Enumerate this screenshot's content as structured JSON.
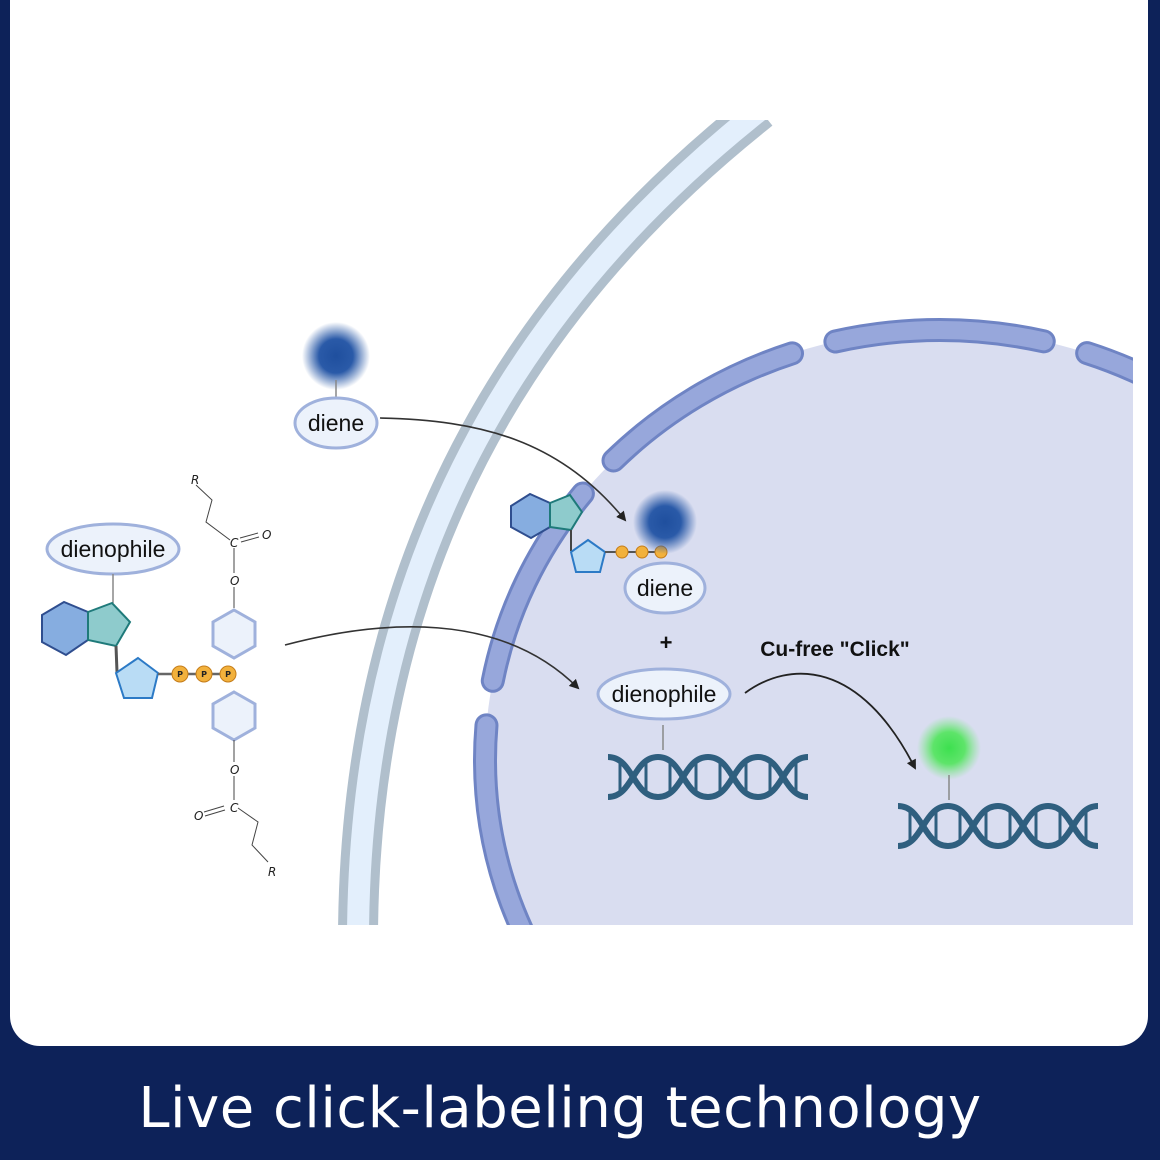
{
  "title": "Live click-labeling technology",
  "diagram": {
    "diene_outside_label": "diene",
    "dienophile_outside_label": "dienophile",
    "diene_inside_label": "diene",
    "plus_sign": "+",
    "dienophile_inside_label": "dienophile",
    "reaction_label": "Cu-free \"Click\"",
    "phosphate_label": "P",
    "chem_R": "R",
    "chem_C": "C",
    "chem_O": "O"
  },
  "colors": {
    "background": "#0d2259",
    "nucleus": "#d9ddf0",
    "envelope": "#8d9fd6",
    "membrane": "#b0bfcc",
    "dna": "#2f5f7f",
    "diene_dye": "#1f4f9e",
    "click_product_dye": "#4ee05a",
    "phosphate": "#f2b13c"
  }
}
